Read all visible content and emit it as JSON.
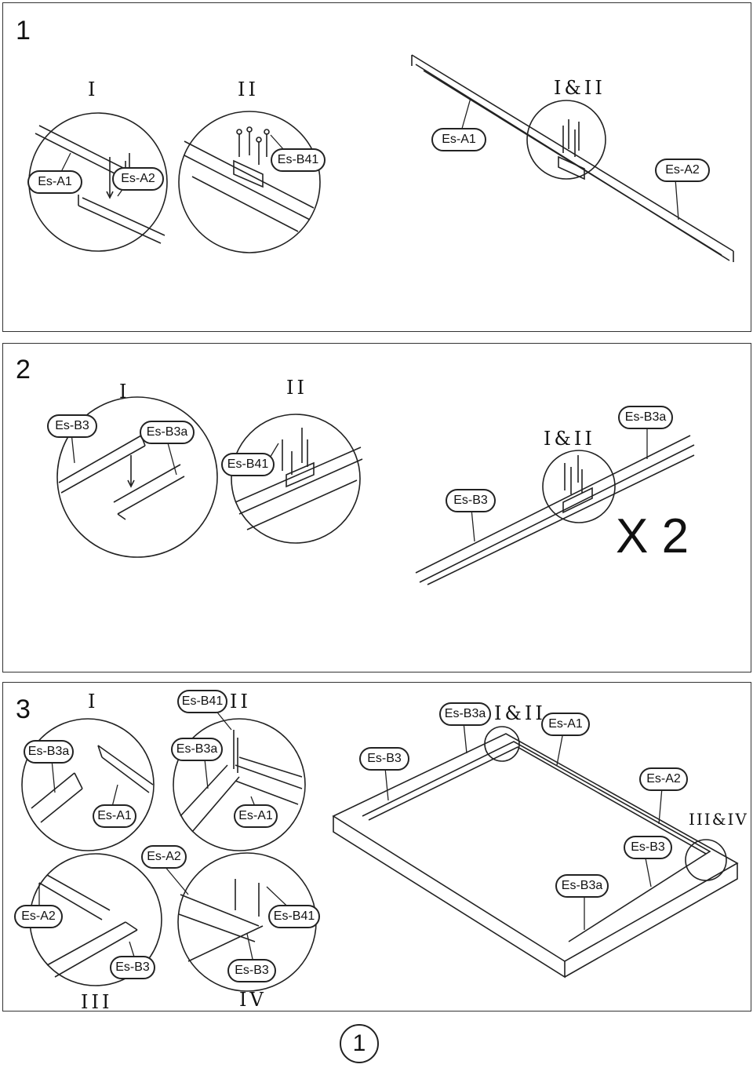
{
  "steps": [
    {
      "number": "1",
      "detail_headings": [
        "I",
        "II",
        "I&II"
      ],
      "callouts": [
        "Es-A1",
        "Es-A2",
        "Es-B41",
        "Es-A1",
        "Es-A2"
      ]
    },
    {
      "number": "2",
      "detail_headings": [
        "I",
        "II",
        "I&II"
      ],
      "callouts": [
        "Es-B3",
        "Es-B3a",
        "Es-B41",
        "Es-B3a",
        "Es-B3"
      ],
      "multiplier": "X 2"
    },
    {
      "number": "3",
      "detail_headings": [
        "I",
        "II",
        "I&II",
        "III&IV",
        "III",
        "IV"
      ],
      "callouts": [
        "Es-B41",
        "Es-B3a",
        "Es-B3a",
        "Es-A1",
        "Es-A1",
        "Es-B3a",
        "Es-A1",
        "Es-B3",
        "Es-A2",
        "Es-B3",
        "Es-B3a",
        "Es-A2",
        "Es-A2",
        "Es-B41",
        "Es-B3",
        "Es-B3"
      ]
    }
  ],
  "page_number": "1"
}
